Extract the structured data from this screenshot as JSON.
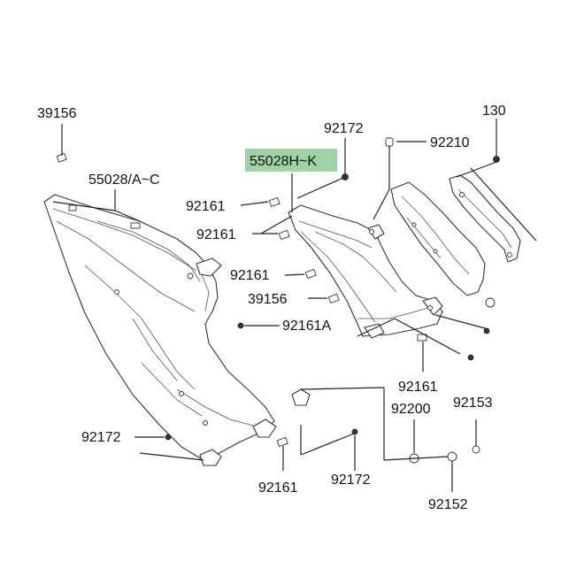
{
  "diagram": {
    "highlight_color": "#9fd3a6",
    "labels": {
      "p39156_top": "39156",
      "p55028_ac": "55028/A~C",
      "p92172_top": "92172",
      "p55028_hk": "55028H~K",
      "p130": "130",
      "p92210": "92210",
      "p92161_a": "92161",
      "p92161_b": "92161",
      "p92161_c": "92161",
      "p39156_mid": "39156",
      "p92161A": "92161A",
      "p92161_d": "92161",
      "p92200": "92200",
      "p92153": "92153",
      "p92172_left": "92172",
      "p92161_bottom": "92161",
      "p92172_bottom": "92172",
      "p92152": "92152"
    }
  }
}
